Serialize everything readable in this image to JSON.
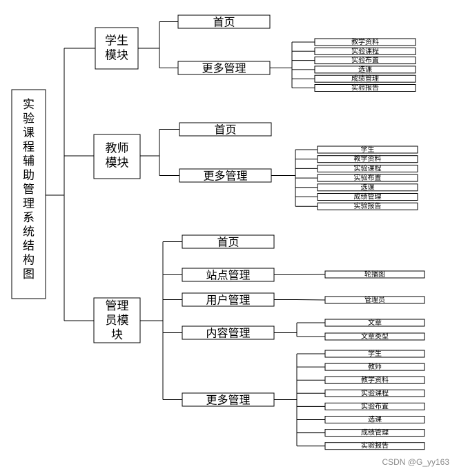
{
  "root": {
    "label": "实验课程辅助管理系统结构图"
  },
  "modules": [
    {
      "label": [
        "学生",
        "模块"
      ],
      "children": [
        {
          "label": "首页",
          "leaves": []
        },
        {
          "label": "更多管理",
          "leaves": [
            "教学资料",
            "实验课程",
            "实验布置",
            "选课",
            "成绩管理",
            "实验报告"
          ]
        }
      ]
    },
    {
      "label": [
        "教师",
        "模块"
      ],
      "children": [
        {
          "label": "首页",
          "leaves": []
        },
        {
          "label": "更多管理",
          "leaves": [
            "学生",
            "教学资料",
            "实验课程",
            "实验布置",
            "选课",
            "成绩管理",
            "实验报告"
          ]
        }
      ]
    },
    {
      "label": [
        "管理",
        "员模",
        "块"
      ],
      "children": [
        {
          "label": "首页",
          "leaves": []
        },
        {
          "label": "站点管理",
          "leaves": [
            "轮播图"
          ]
        },
        {
          "label": "用户管理",
          "leaves": [
            "管理员"
          ]
        },
        {
          "label": "内容管理",
          "leaves": [
            "文章",
            "文章类型"
          ]
        },
        {
          "label": "更多管理",
          "leaves": [
            "学生",
            "教师",
            "教学资料",
            "实验课程",
            "实验布置",
            "选课",
            "成绩管理",
            "实验报告"
          ]
        }
      ]
    }
  ],
  "watermark": "CSDN @G_yy163"
}
